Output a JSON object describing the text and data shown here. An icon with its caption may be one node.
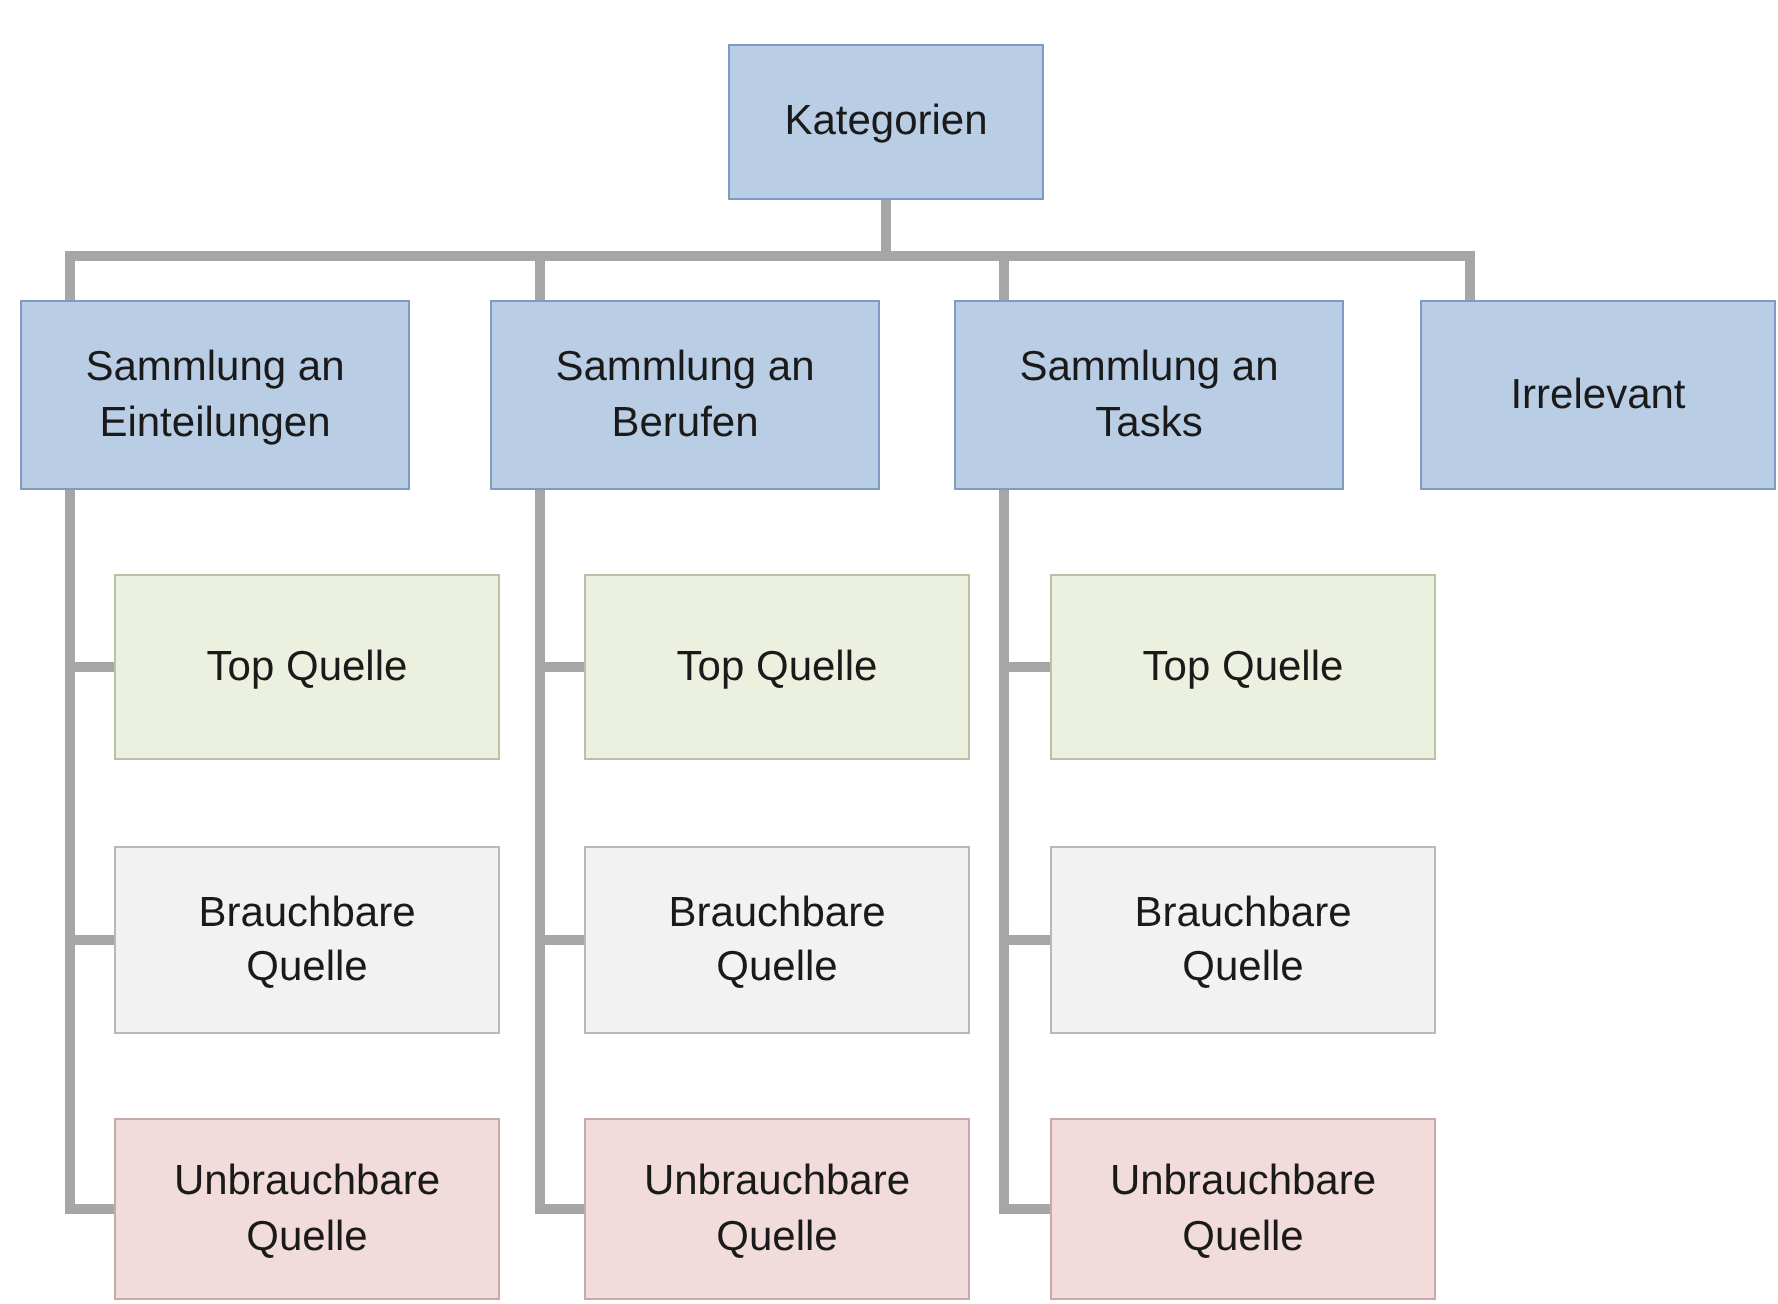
{
  "diagram": {
    "nodes": [
      {
        "text": [
          "Kategorien"
        ]
      },
      {
        "text": [
          "Sammlung an Einteilungen"
        ]
      },
      {
        "text": [
          "Sammlung an Berufen"
        ]
      },
      {
        "text": [
          "Sammlung an Tasks"
        ]
      },
      {
        "text": [
          "Irrelevant"
        ]
      },
      {
        "text": [
          "Top Quelle"
        ]
      },
      {
        "text": [
          "Top Quelle"
        ]
      },
      {
        "text": [
          "Top Quelle"
        ]
      },
      {
        "text": [
          "Brauchbare Quelle"
        ]
      },
      {
        "text": [
          "Brauchbare Quelle"
        ]
      },
      {
        "text": [
          "Brauchbare Quelle"
        ]
      },
      {
        "text": [
          "Unbrauchbare Quelle"
        ]
      },
      {
        "text": [
          "Unbrauchbare Quelle"
        ]
      },
      {
        "text": [
          "Unbrauchbare Quelle"
        ]
      }
    ],
    "edges": [
      {
        "from": 0,
        "to": 1,
        "arrow": "none"
      },
      {
        "from": 0,
        "to": 2,
        "arrow": "none"
      },
      {
        "from": 0,
        "to": 3,
        "arrow": "none"
      },
      {
        "from": 0,
        "to": 4,
        "arrow": "none"
      },
      {
        "from": 1,
        "to": 5,
        "arrow": "none"
      },
      {
        "from": 1,
        "to": 8,
        "arrow": "none"
      },
      {
        "from": 1,
        "to": 11,
        "arrow": "none"
      },
      {
        "from": 2,
        "to": 6,
        "arrow": "none"
      },
      {
        "from": 2,
        "to": 9,
        "arrow": "none"
      },
      {
        "from": 2,
        "to": 12,
        "arrow": "none"
      },
      {
        "from": 3,
        "to": 7,
        "arrow": "none"
      },
      {
        "from": 3,
        "to": 10,
        "arrow": "none"
      },
      {
        "from": 3,
        "to": 13,
        "arrow": "none"
      }
    ]
  }
}
